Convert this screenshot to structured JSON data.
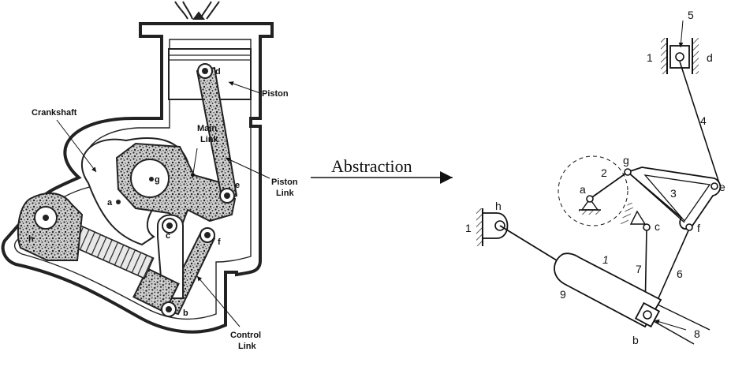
{
  "engine_figure": {
    "callouts": {
      "crankshaft": "Crankshaft",
      "main_link_1": "Main",
      "main_link_2": "Link",
      "piston": "Piston",
      "piston_link_1": "Piston",
      "piston_link_2": "Link",
      "control_link_1": "Control",
      "control_link_2": "Link"
    },
    "pins": {
      "a": "a",
      "b": "b",
      "c": "c",
      "d": "d",
      "e": "e",
      "f": "f",
      "g": "g",
      "h": "h"
    }
  },
  "arrow": {
    "label": "Abstraction"
  },
  "kinematic_diagram": {
    "joints": {
      "a": "a",
      "b": "b",
      "c": "c",
      "d": "d",
      "e": "e",
      "f": "f",
      "g": "g",
      "h": "h"
    },
    "link_numbers": {
      "ground_top": "1",
      "ground_left": "1",
      "ground_mid": "1",
      "crank": "2",
      "main_link": "3",
      "piston_link": "4",
      "piston": "5",
      "control_link": "6",
      "link7": "7",
      "slider8": "8",
      "link9": "9"
    }
  }
}
